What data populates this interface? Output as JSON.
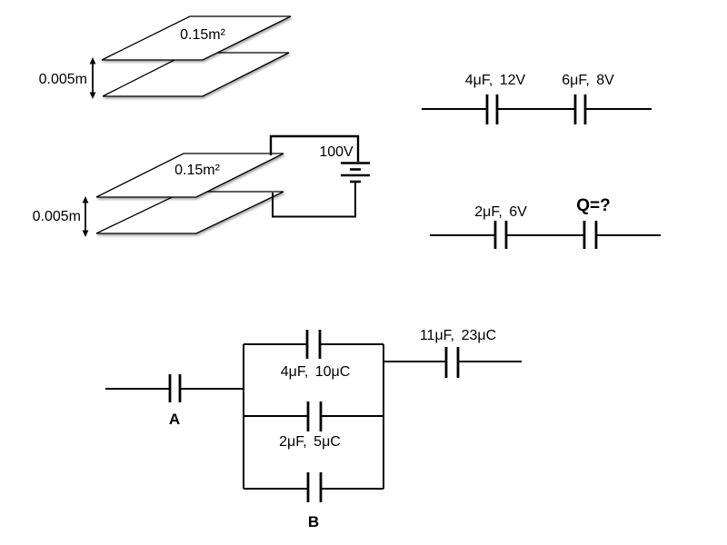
{
  "colors": {
    "background": "#ffffff",
    "ink": "#000000"
  },
  "plate_diagram_top": {
    "area_label": "0.15m²",
    "separation_label": "0.005m"
  },
  "plate_diagram_battery": {
    "area_label": "0.15m²",
    "separation_label": "0.005m",
    "voltage_label": "100V"
  },
  "series_circuit_top": {
    "left_cap_label": "4μF, 12V",
    "right_cap_label": "6μF, 8V"
  },
  "series_circuit_bottom": {
    "left_cap_label": "2μF, 6V",
    "right_cap_label": "Q=?"
  },
  "network_circuit": {
    "input_cap_label": "A",
    "top_branch_label": "4μF, 10μC",
    "middle_branch_label": "2μF, 5μC",
    "bottom_branch_label": "B",
    "output_cap_label": "11μF, 23μC"
  }
}
